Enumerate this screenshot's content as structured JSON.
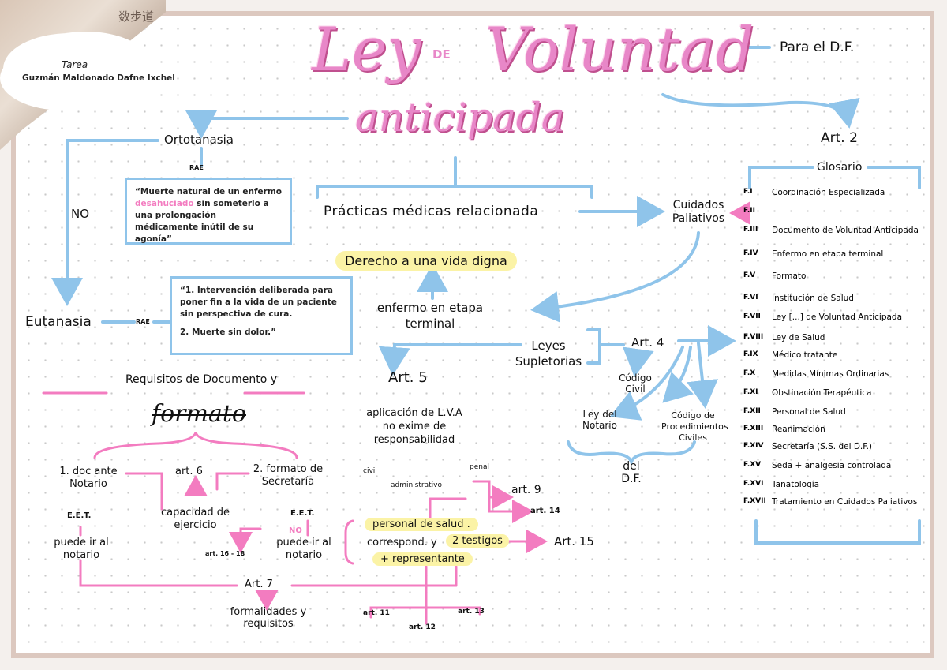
{
  "author": {
    "label": "Tarea",
    "name": "Guzmán Maldonado Dafne Ixchel"
  },
  "corner_text": "数步道",
  "title": {
    "part1": "Ley",
    "connector": "DE",
    "part2": "Voluntad",
    "subtitle": "anticipada"
  },
  "scope": "Para el D.F.",
  "ortotanasia": {
    "label": "Ortotanasia",
    "rae": "RAE",
    "definition_pre": "“Muerte natural de un enfermo ",
    "definition_hl": "desahuciado",
    "definition_post": " sin someterlo a una prolongación médicamente inútil de su agonía”",
    "no": "NO"
  },
  "eutanasia": {
    "label": "Eutanasia",
    "rae": "RAE",
    "def1": "“1. Intervención deliberada para poner fin a la vida de un paciente sin perspectiva de cura.",
    "def2": "2. Muerte sin dolor.”"
  },
  "practicas": "Prácticas médicas relacionada",
  "cuidados": "Cuidados Paliativos",
  "derecho": "Derecho a una vida digna",
  "enfermo": "enfermo en etapa terminal",
  "leyes": "Leyes Supletorias",
  "art4": "Art. 4",
  "codigo_civil": "Código Civil",
  "ley_notario": "Ley del Notario",
  "codigo_proc": "Código de Procedimientos Civiles",
  "del_df": "del D.F.",
  "art5": {
    "label": "Art. 5",
    "text": "aplicación de L.V.A no exime de responsabilidad",
    "civil": "civil",
    "penal": "penal",
    "administrativo": "administrativo"
  },
  "art9": "art. 9",
  "art14": "art. 14",
  "personal": {
    "personal": "personal de salud .",
    "correspond": "correspond. y",
    "testigos": "2 testigos",
    "representante": "+ representante"
  },
  "art15": "Art. 15",
  "art11": "art. 11",
  "art12": "art. 12",
  "art13": "art. 13",
  "requisitos": {
    "title": "Requisitos de Documento y",
    "formato": "formato",
    "doc_notario": "1. doc ante Notario",
    "art6": "art. 6",
    "formato_sec": "2. formato de Secretaría",
    "capacidad": "capacidad de ejercicio",
    "et1": "E.E.T.",
    "et2": "E.E.T.",
    "puede1": "puede ir al notario",
    "no": "NO",
    "puede2": "puede ir al notario",
    "arts1618": "art. 16 - 18",
    "art7": "Art. 7",
    "formalidades": "formalidades y requisitos"
  },
  "art2": "Art. 2",
  "glosario": {
    "title": "Glosario",
    "items": [
      {
        "num": "F.I",
        "text": "Coordinación Especializada"
      },
      {
        "num": "F.II",
        "text": ""
      },
      {
        "num": "F.III",
        "text": "Documento de Voluntad Anticipada"
      },
      {
        "num": "F.IV",
        "text": "Enfermo en etapa terminal"
      },
      {
        "num": "F.V",
        "text": "Formato"
      },
      {
        "num": "F.VI",
        "text": "Institución de Salud"
      },
      {
        "num": "F.VII",
        "text": "Ley [...] de Voluntad Anticipada"
      },
      {
        "num": "F.VIII",
        "text": "Ley de Salud"
      },
      {
        "num": "F.IX",
        "text": "Médico tratante"
      },
      {
        "num": "F.X",
        "text": "Medidas Mínimas Ordinarias"
      },
      {
        "num": "F.XI",
        "text": "Obstinación Terapéutica"
      },
      {
        "num": "F.XII",
        "text": "Personal de Salud"
      },
      {
        "num": "F.XIII",
        "text": "Reanimación"
      },
      {
        "num": "F.XIV",
        "text": "Secretaría (S.S. del D.F.)"
      },
      {
        "num": "F.XV",
        "text": "Seda + analgesia controlada"
      },
      {
        "num": "F.XVI",
        "text": "Tanatología"
      },
      {
        "num": "F.XVII",
        "text": "Tratamiento en Cuidados Paliativos"
      }
    ]
  },
  "colors": {
    "blue": "#8fc4ea",
    "pink": "#f37cc0",
    "yellow": "#fbf3a6",
    "title_pink": "#e887c8"
  }
}
